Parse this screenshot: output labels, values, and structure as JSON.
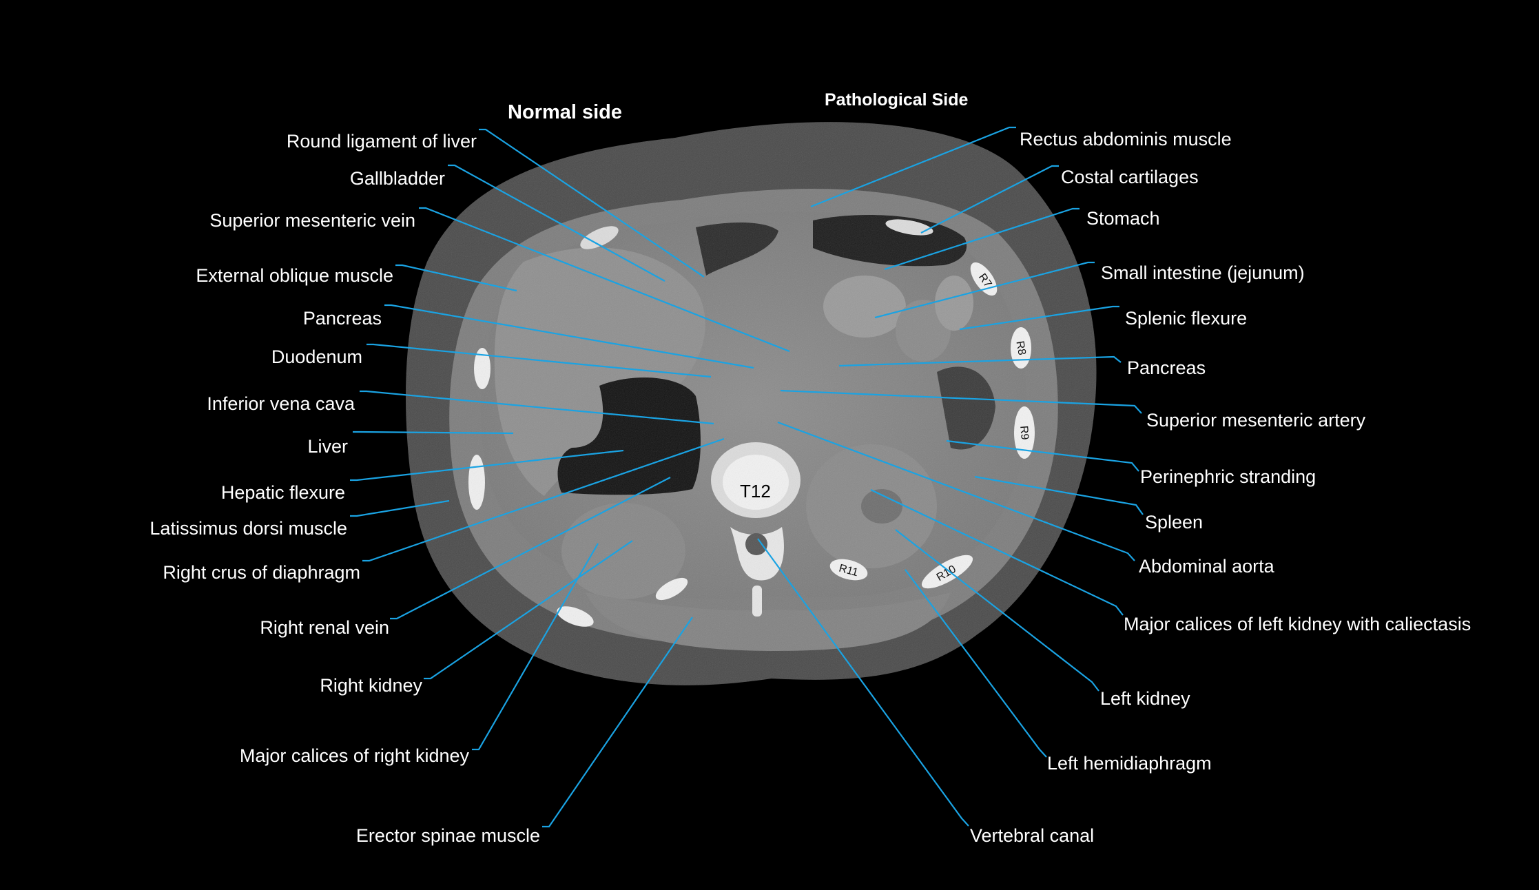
{
  "headers": {
    "normal": "Normal side",
    "pathological": "Pathological Side"
  },
  "vertebra_label": "T12",
  "rib_labels": [
    "R7",
    "R8",
    "R9",
    "R10",
    "R11"
  ],
  "left_labels": [
    "Round ligament of liver",
    "Gallbladder",
    "Superior mesenteric vein",
    "External oblique muscle",
    "Pancreas",
    "Duodenum",
    "Inferior vena cava",
    "Liver",
    "Hepatic flexure",
    "Latissimus dorsi muscle",
    "Right crus of diaphragm",
    "Right renal vein",
    "Right kidney",
    "Major calices of right kidney",
    "Erector spinae muscle"
  ],
  "right_labels": [
    "Rectus abdominis muscle",
    "Costal cartilages",
    "Stomach",
    "Small intestine (jejunum)",
    "Splenic flexure",
    "Pancreas",
    "Superior mesenteric artery",
    "Perinephric stranding",
    "Spleen",
    "Abdominal aorta",
    "Major calices of left kidney with caliectasis",
    "Left kidney",
    "Left hemidiaphragm",
    "Vertebral canal"
  ],
  "colors": {
    "background": "#000000",
    "leader_line": "#1aa3e3",
    "label_text": "#ffffff"
  }
}
